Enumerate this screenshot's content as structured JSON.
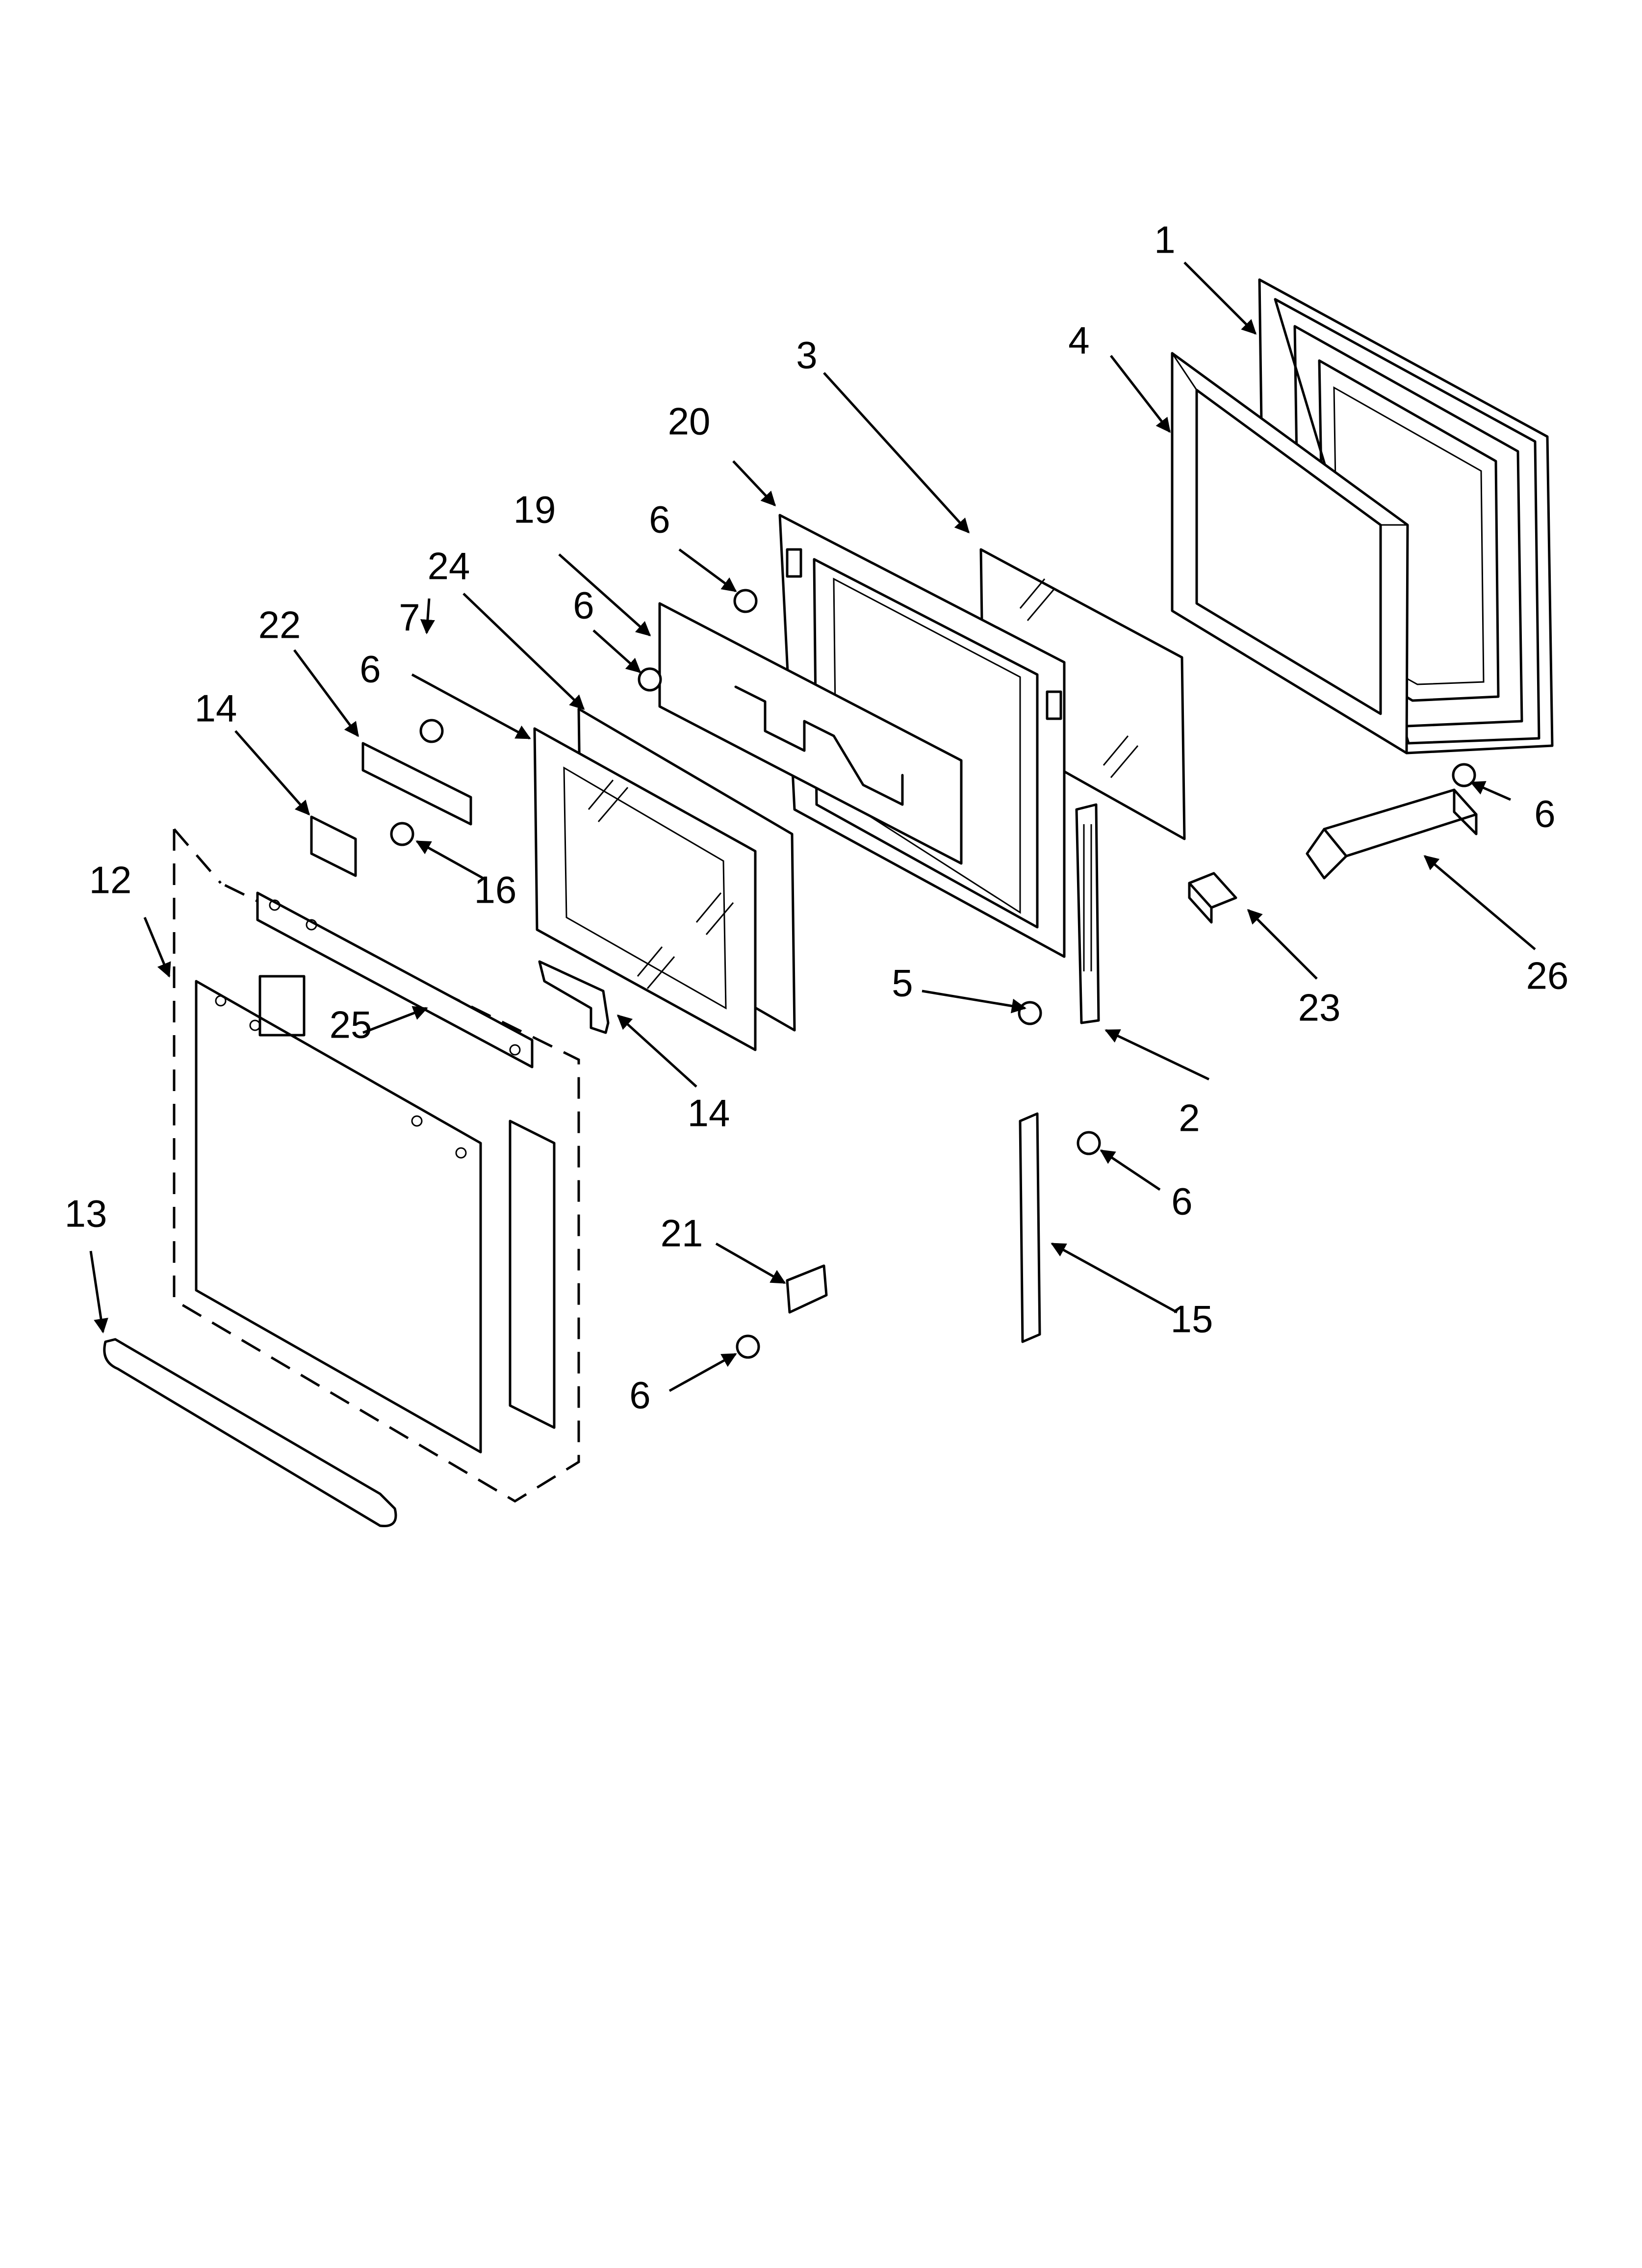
{
  "diagram": {
    "type": "exploded-parts-diagram",
    "callouts": {
      "c1": "1",
      "c2": "2",
      "c3": "3",
      "c4": "4",
      "c5": "5",
      "c6a": "6",
      "c6b": "6",
      "c6c": "6",
      "c6d": "6",
      "c6e": "6",
      "c6f": "6",
      "c7": "7",
      "c12": "12",
      "c13": "13",
      "c14a": "14",
      "c14b": "14",
      "c15": "15",
      "c16": "16",
      "c19": "19",
      "c20": "20",
      "c21": "21",
      "c22": "22",
      "c23": "23",
      "c24": "24",
      "c25": "25",
      "c26": "26"
    }
  }
}
